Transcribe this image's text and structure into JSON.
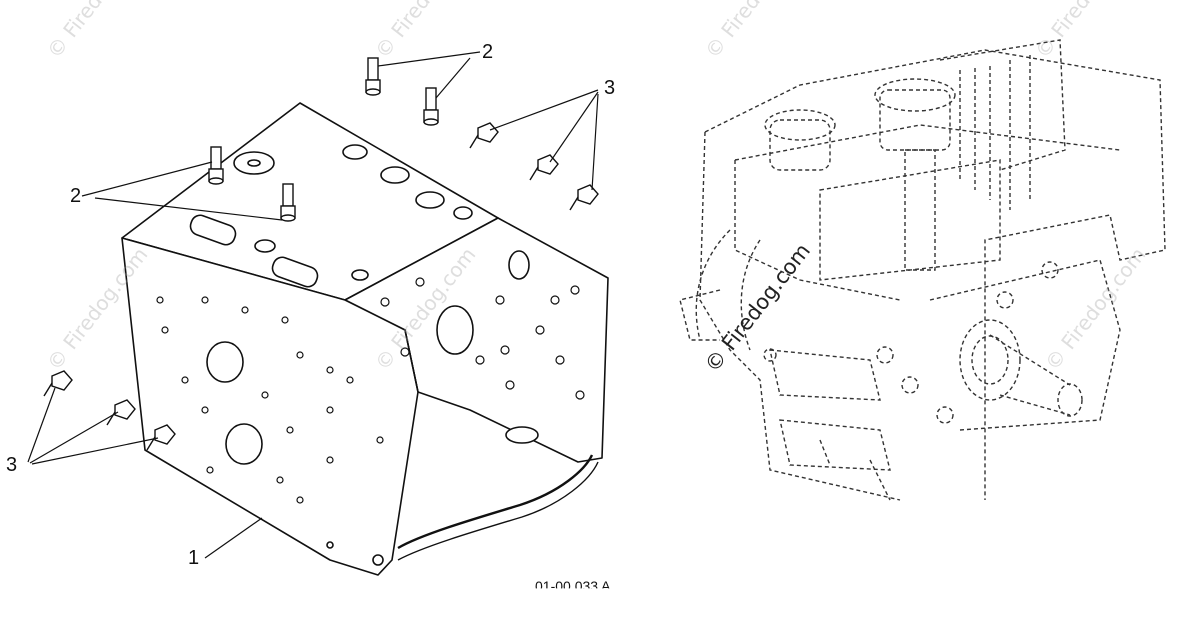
{
  "diagram": {
    "callouts": [
      {
        "id": "c1",
        "text": "1"
      },
      {
        "id": "c2a",
        "text": "2"
      },
      {
        "id": "c2b",
        "text": "2"
      },
      {
        "id": "c3a",
        "text": "3"
      },
      {
        "id": "c3b",
        "text": "3"
      }
    ],
    "reference_number": "01-00 033 A",
    "watermark_main": "© Firedog.com",
    "watermark_faint": "© Firedog.com"
  },
  "colors": {
    "line": "#111111",
    "dashed": "#333333",
    "watermark": "#a0a0a0"
  }
}
